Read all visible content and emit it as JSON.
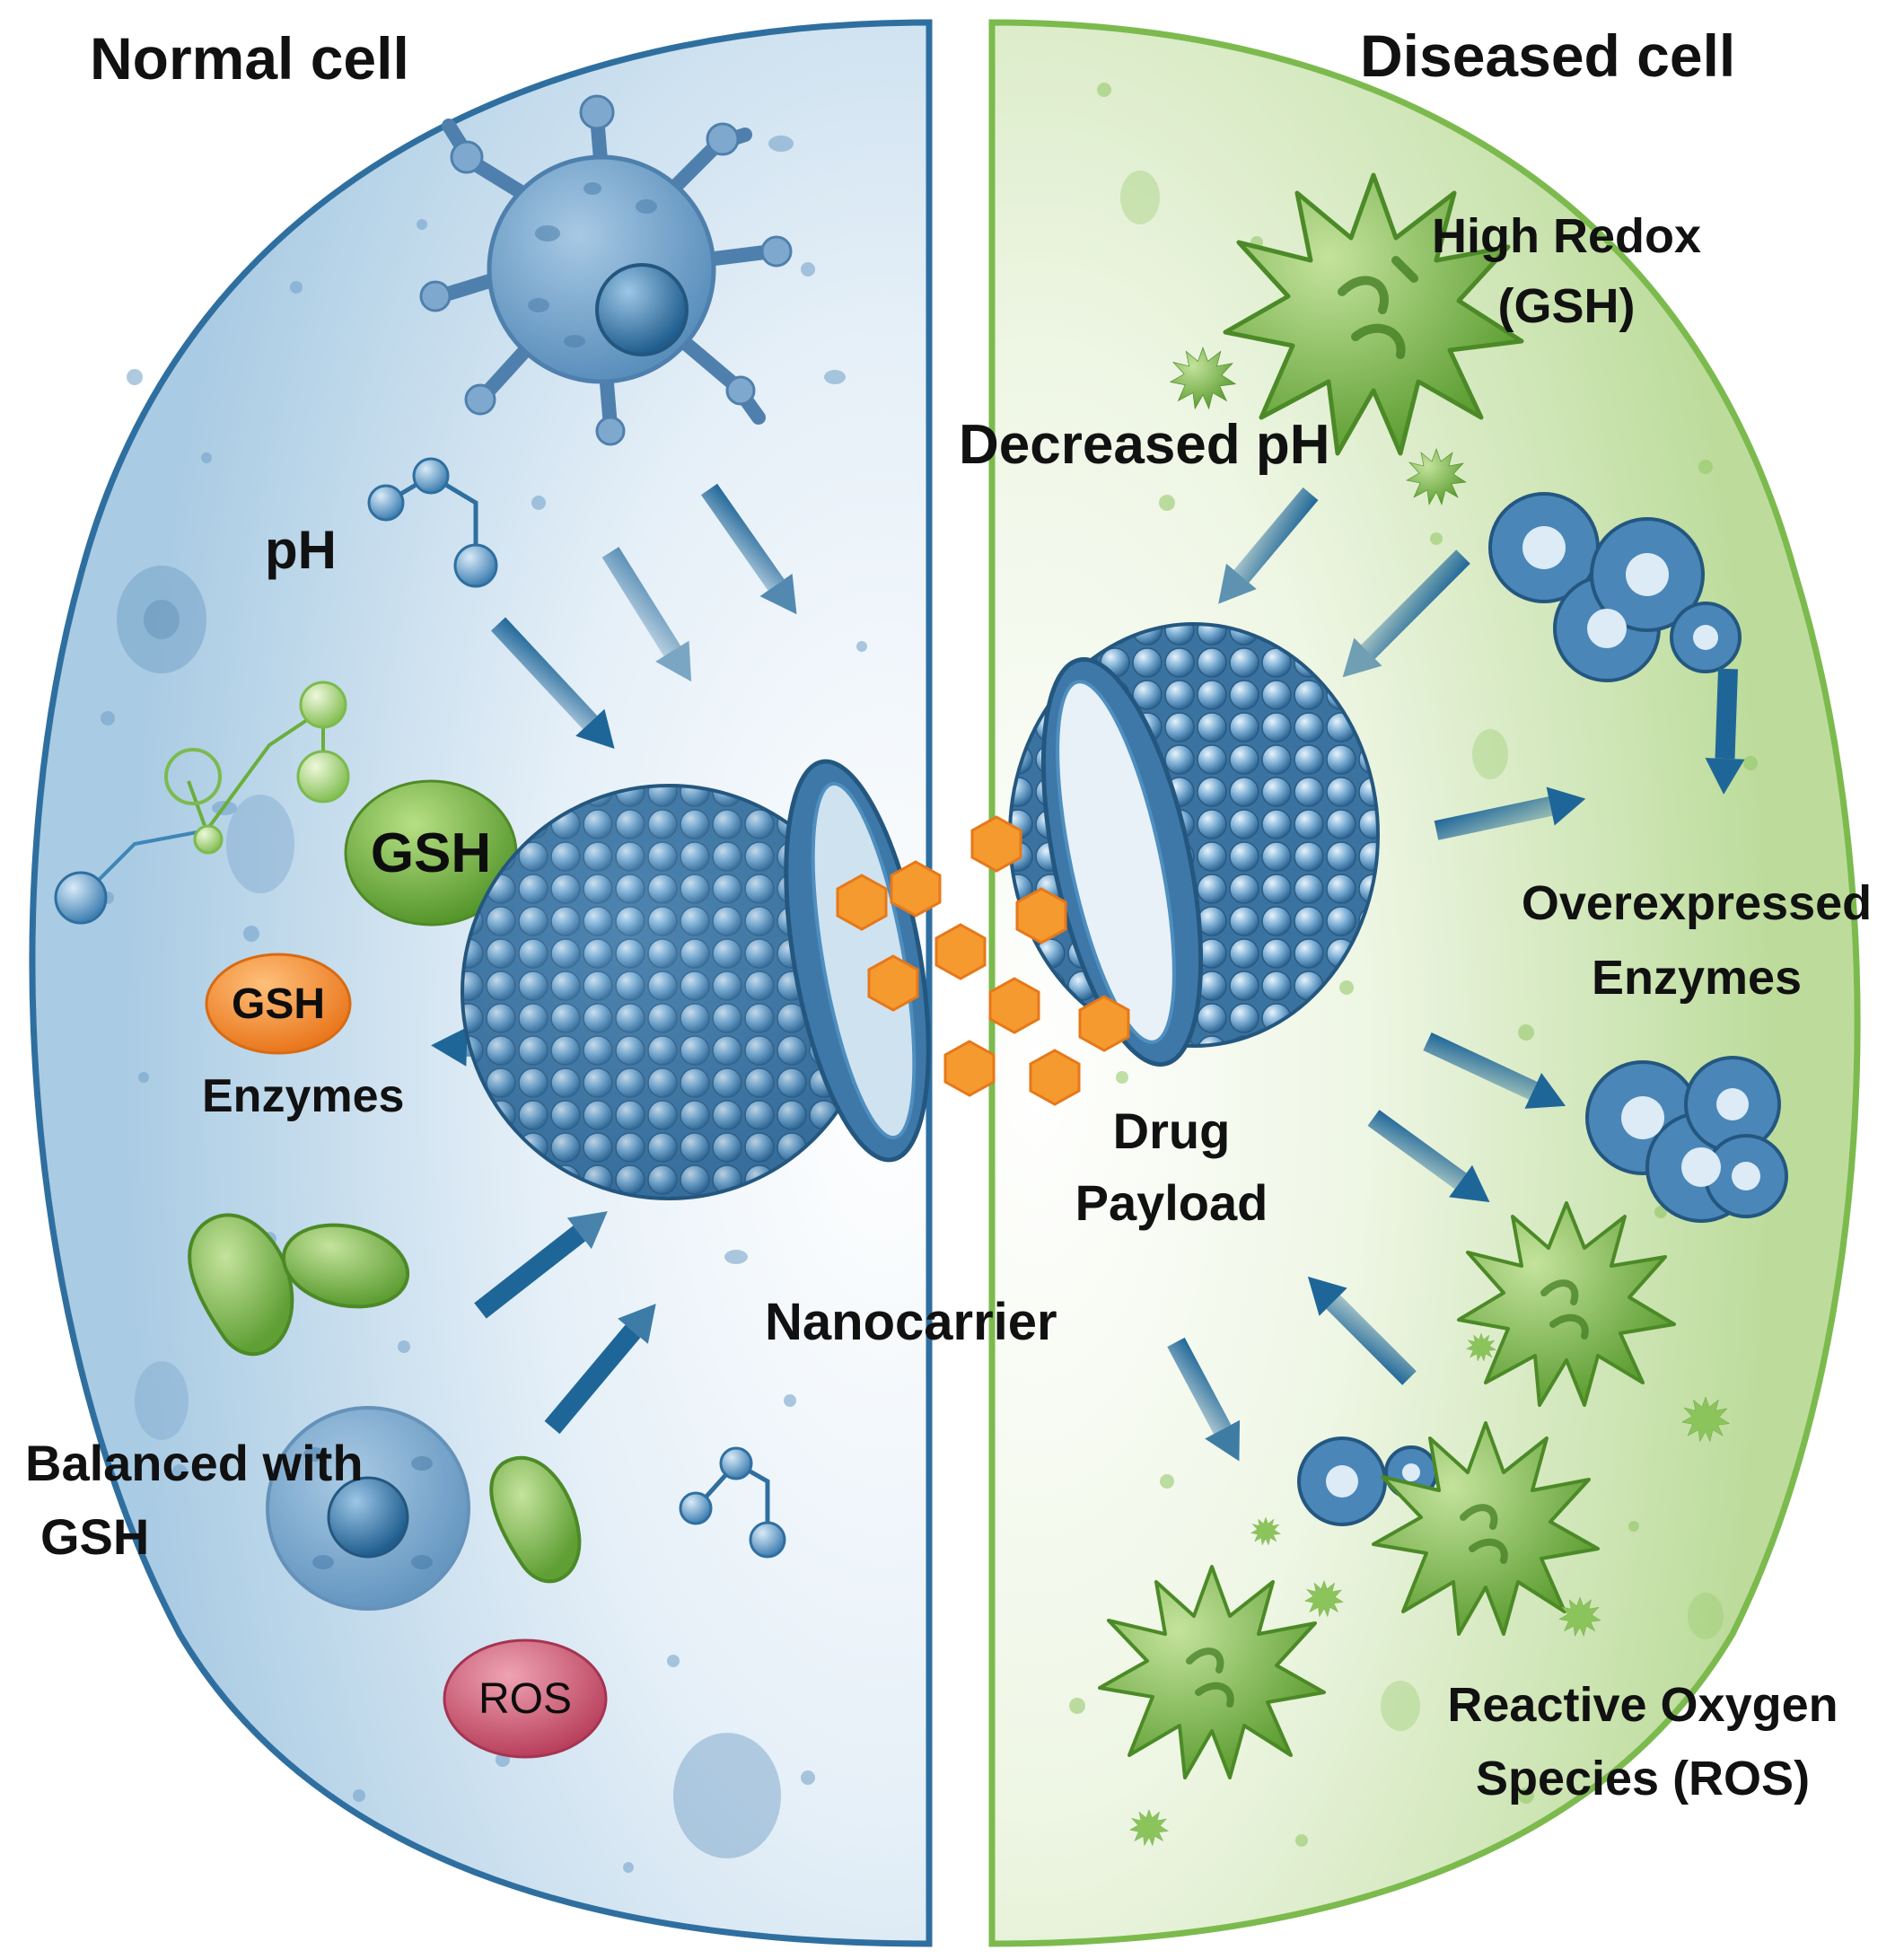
{
  "headings": {
    "normal": "Normal cell",
    "diseased": "Diseased cell"
  },
  "normal_labels": {
    "ph": "pH",
    "gsh_green": "GSH",
    "gsh_orange": "GSH",
    "enzymes": "Enzymes",
    "balanced_line1": "Balanced with",
    "balanced_line2": "GSH",
    "ros": "ROS"
  },
  "diseased_labels": {
    "high_redox_line1": "High Redox",
    "high_redox_line2": "(GSH)",
    "decreased_ph": "Decreased pH",
    "overexpressed_line1": "Overexpressed",
    "overexpressed_line2": "Enzymes",
    "reactive_line1": "Reactive Oxygen",
    "reactive_line2": "Species (ROS)"
  },
  "center_labels": {
    "drug_line1": "Drug",
    "drug_line2": "Payload",
    "nanocarrier": "Nanocarrier"
  },
  "colors": {
    "normal_border": "#2f6fa0",
    "normal_fill": "#cfe2f0",
    "diseased_border": "#7cba4e",
    "diseased_fill": "#dcedc8",
    "nanocarrier_blue": "#4f8fc0",
    "arrow_blue": "#1f6698",
    "drug_orange": "#f08a24",
    "green_cell": "#7dbb4b",
    "gsh_green": "#72b43f",
    "gsh_orange": "#f28a2a",
    "ros_pink": "#c8566f"
  },
  "icons": [
    "immune-cell-icon",
    "molecule-icon",
    "bacteria-icon",
    "vesicle-cluster-icon",
    "spiky-cell-icon",
    "nanocarrier-sphere-icon",
    "drug-hexagon-icon"
  ]
}
